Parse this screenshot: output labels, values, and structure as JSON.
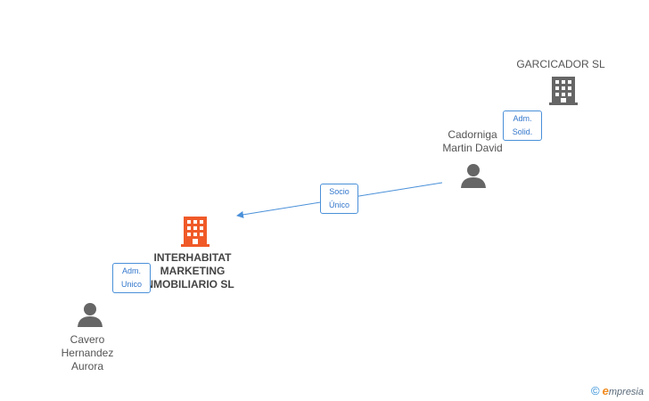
{
  "nodes": {
    "interhabitat": {
      "name_lines": [
        "INTERHABITAT",
        "MARKETING",
        "INMOBILIARIO SL"
      ],
      "type": "company-main",
      "icon": "building-icon",
      "color": "#f05a28"
    },
    "garcicador": {
      "name_lines": [
        "GARCICADOR SL"
      ],
      "type": "company",
      "icon": "building-icon",
      "color": "#666666"
    },
    "cadorniga": {
      "name_lines": [
        "Cadorniga",
        "Martin David"
      ],
      "type": "person",
      "icon": "person-icon",
      "color": "#666666"
    },
    "cavero": {
      "name_lines": [
        "Cavero",
        "Hernandez",
        "Aurora"
      ],
      "type": "person",
      "icon": "person-icon",
      "color": "#666666"
    }
  },
  "edges": [
    {
      "from": "cadorniga",
      "to": "interhabitat",
      "role_lines": [
        "Socio",
        "Único"
      ],
      "arrow": true
    },
    {
      "from": "cadorniga",
      "to": "garcicador",
      "role_lines": [
        "Adm.",
        "Solid."
      ],
      "arrow": false
    },
    {
      "from": "cavero",
      "to": "interhabitat",
      "role_lines": [
        "Adm.",
        "Unico"
      ],
      "arrow": false
    }
  ],
  "edge_color": "#4a90d9",
  "watermark": {
    "copyright": "©",
    "brand_e": "e",
    "brand_rest": "mpresia"
  }
}
